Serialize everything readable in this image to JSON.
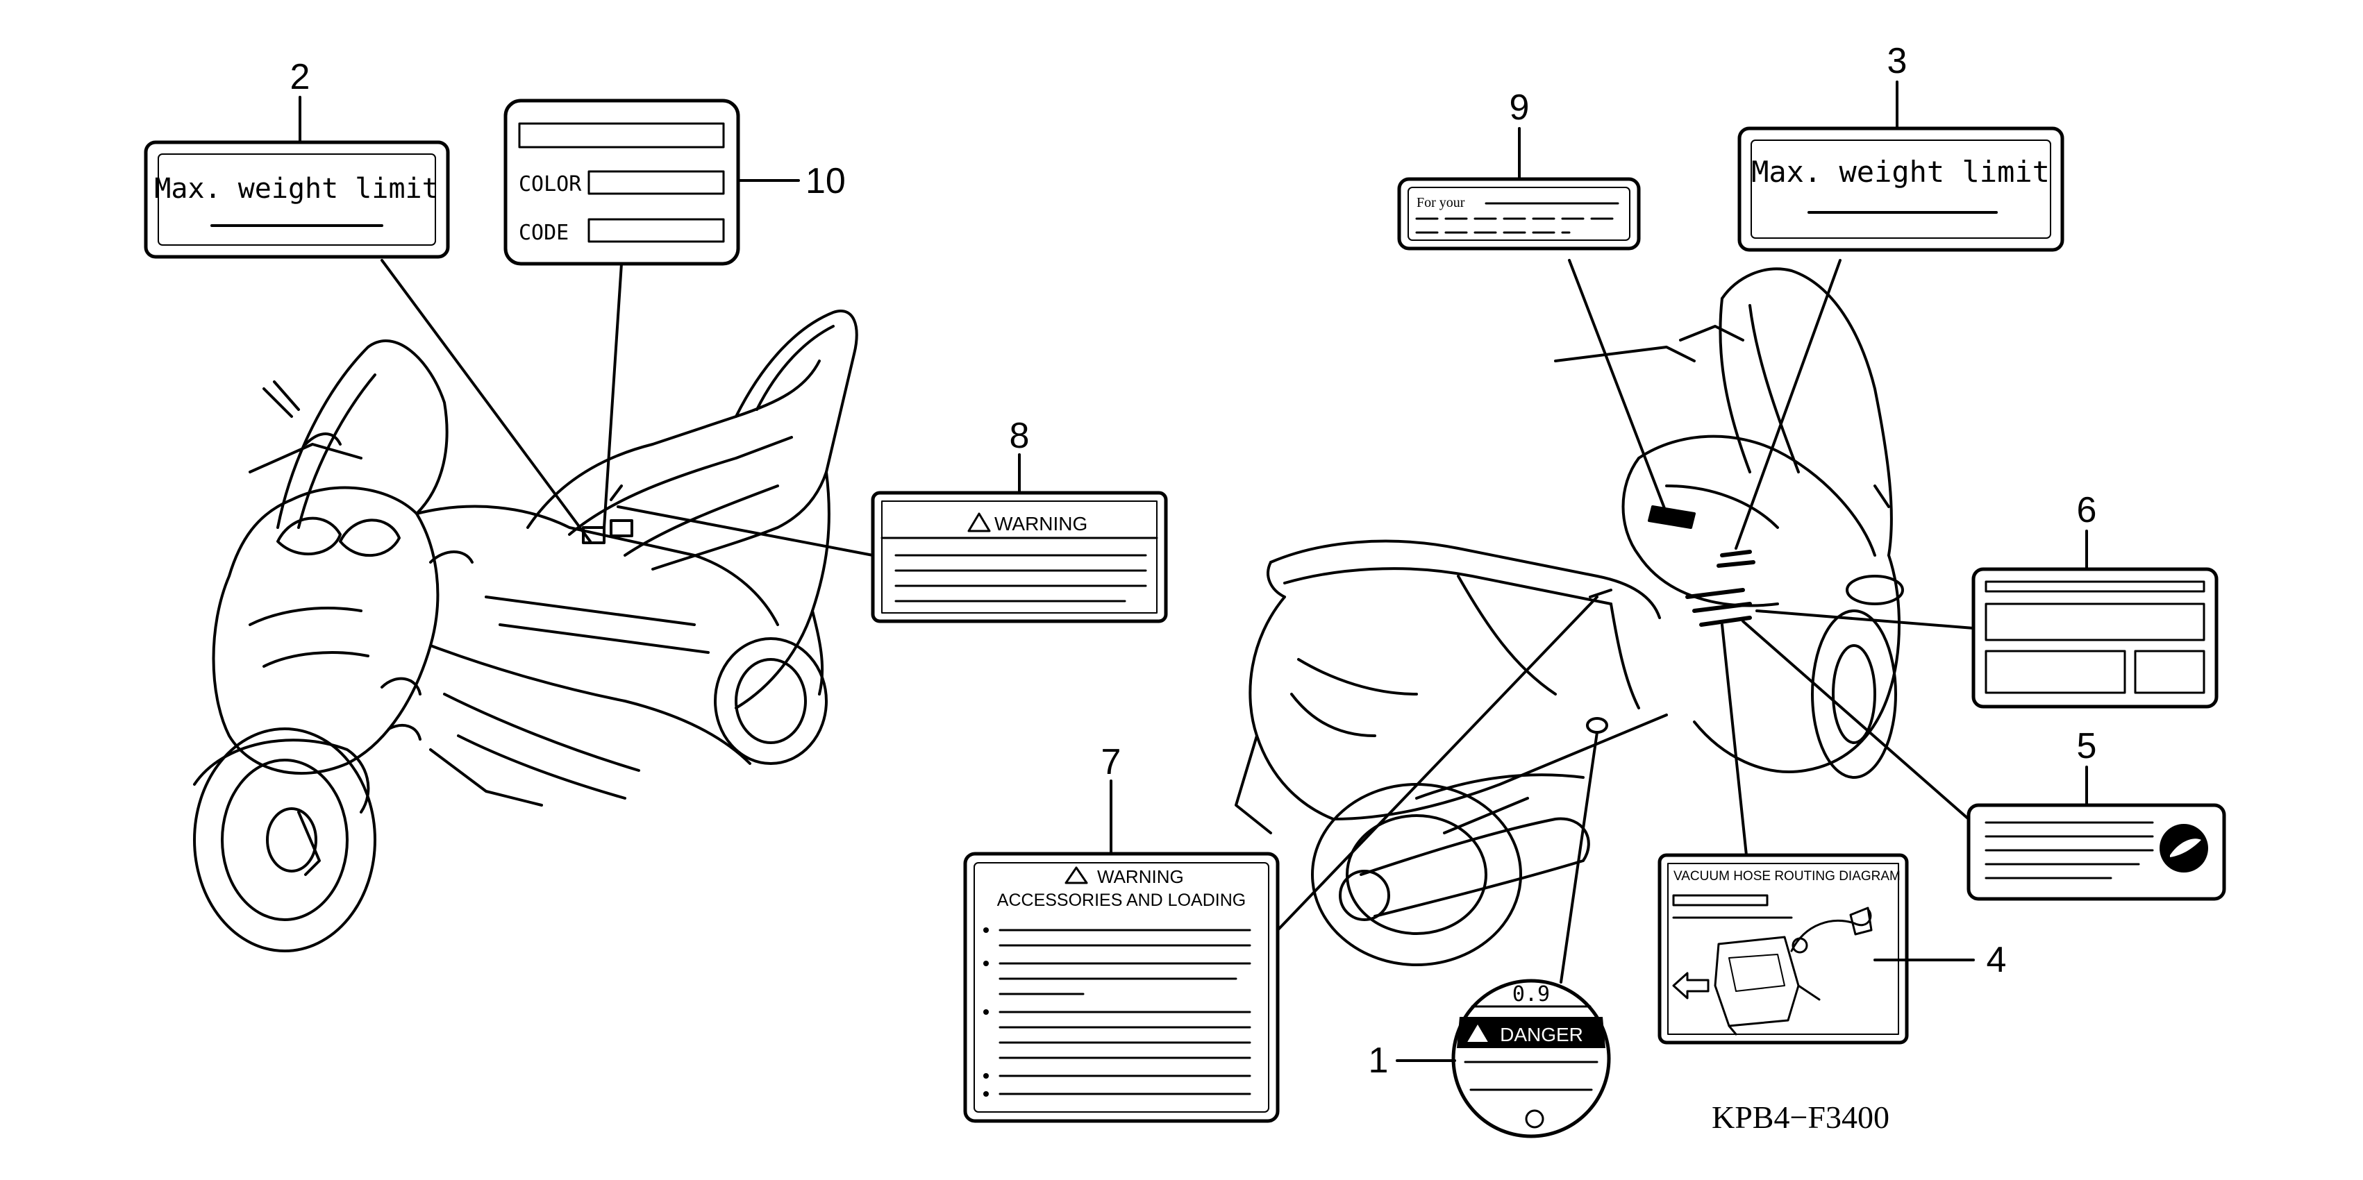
{
  "diagram_code": "KPB4−F3400",
  "callouts": {
    "c1": "1",
    "c2": "2",
    "c3": "3",
    "c4": "4",
    "c5": "5",
    "c6": "6",
    "c7": "7",
    "c8": "8",
    "c9": "9",
    "c10": "10"
  },
  "labels": {
    "max_weight": "Max. weight limit",
    "color": "COLOR",
    "code": "CODE",
    "warning": "WARNING",
    "accessories": "ACCESSORIES AND LOADING",
    "vacuum": "VACUUM HOSE ROUTING DIAGRAM",
    "for_your": "For your",
    "danger": "DANGER",
    "pressure": "0.9"
  },
  "icons": {
    "warning_triangle": "warning-triangle-icon",
    "honda_wing": "honda-wing-icon",
    "arrow": "direction-arrow-icon"
  },
  "colors": {
    "ink": "#000000",
    "paper": "#ffffff"
  }
}
